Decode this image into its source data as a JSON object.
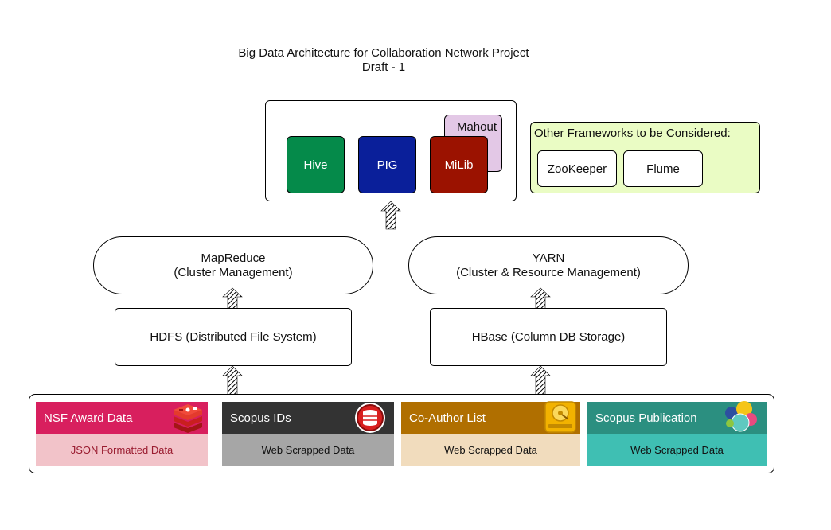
{
  "title": {
    "line1": "Big Data Architecture for Collaboration Network Project",
    "line2": "Draft - 1"
  },
  "tools": {
    "hive": "Hive",
    "pig": "PIG",
    "milib": "MiLib",
    "mahout": "Mahout"
  },
  "other_frameworks": {
    "heading": "Other Frameworks to be Considered:",
    "zookeeper": "ZooKeeper",
    "flume": "Flume"
  },
  "processing": {
    "mapreduce_line1": "MapReduce",
    "mapreduce_line2": "(Cluster Management)",
    "yarn_line1": "YARN",
    "yarn_line2": "(Cluster & Resource Management)"
  },
  "storage": {
    "hdfs": "HDFS (Distributed File System)",
    "hbase": "HBase (Column DB Storage)"
  },
  "sources": [
    {
      "title": "NSF Award Data",
      "subtitle": "JSON Formatted Data",
      "icon": "stack-icon"
    },
    {
      "title": "Scopus IDs",
      "subtitle": "Web Scrapped Data",
      "icon": "database-icon"
    },
    {
      "title": "Co-Author List",
      "subtitle": "Web Scrapped Data",
      "icon": "hard-drive-icon"
    },
    {
      "title": "Scopus Publication",
      "subtitle": "Web Scrapped Data",
      "icon": "cluster-icon"
    }
  ],
  "colors": {
    "hive": "#058a4a",
    "pig": "#0a1f9a",
    "milib": "#9b1200",
    "mahout": "#e3c8e6",
    "frameworks_bg": "#eafcc4",
    "nsf_head": "#d81f5e",
    "nsf_foot": "#f2c3c9",
    "scopus_head": "#333333",
    "scopus_foot": "#a6a6a6",
    "coauthor_head": "#b06f00",
    "coauthor_foot": "#f1dcbd",
    "pub_head": "#2b8f80",
    "pub_foot": "#3fbfb3"
  }
}
